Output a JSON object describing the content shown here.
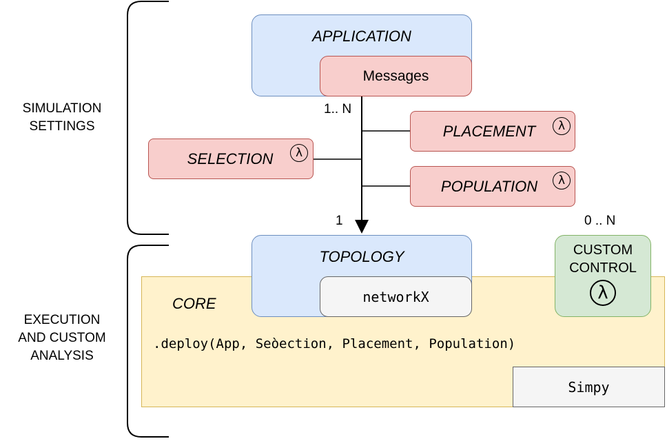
{
  "groups": {
    "simulation_settings": "SIMULATION\nSETTINGS",
    "execution": "EXECUTION\nAND CUSTOM\nANALYSIS"
  },
  "boxes": {
    "application": "APPLICATION",
    "messages": "Messages",
    "placement": "PLACEMENT",
    "selection": "SELECTION",
    "population": "POPULATION",
    "topology": "TOPOLOGY",
    "networkx": "networkX",
    "core": "CORE",
    "deploy_call": ".deploy(App, Seòection, Placement, Population)",
    "simpy": "Simpy",
    "custom_control": "CUSTOM\nCONTROL"
  },
  "multiplicities": {
    "app_to_topology_top": "1.. N",
    "app_to_topology_bottom": "1",
    "custom_control": "0 .. N"
  },
  "icons": {
    "lambda": "λ"
  },
  "colors": {
    "blue_fill": "#dae8fc",
    "blue_stroke": "#6c8ebf",
    "red_fill": "#f8cecc",
    "red_stroke": "#b85450",
    "green_fill": "#d5e8d4",
    "green_stroke": "#82b366",
    "yellow_fill": "#fff2cc",
    "yellow_stroke": "#d6b656",
    "gray_fill": "#f5f5f5",
    "gray_stroke": "#666666"
  }
}
